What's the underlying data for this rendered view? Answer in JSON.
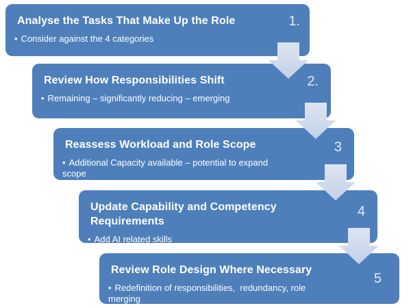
{
  "diagram": {
    "bullet_marker": "•",
    "colors": {
      "box_fill": "#4f7fbb",
      "arrow_gradient_top": "#dde5f1",
      "arrow_gradient_bottom": "#c2d1e8",
      "title_text": "#ffffff",
      "number_text": "#e4ebf5",
      "background": "#ffffff"
    },
    "steps": [
      {
        "number": "1.",
        "title": "Analyse the Tasks That Make Up the Role",
        "bullet": "Consider against the 4 categories"
      },
      {
        "number": "2.",
        "title": "Review How Responsibilities Shift",
        "bullet": "Remaining – significantly reducing – emerging"
      },
      {
        "number": "3",
        "title": "Reassess Workload and Role Scope",
        "bullet": "Additional Capacity available – potential to expand scope"
      },
      {
        "number": "4",
        "title": "Update Capability and Competency Requirements",
        "bullet": "Add AI related skills"
      },
      {
        "number": "5",
        "title": "Review Role Design Where Necessary",
        "bullet": "Redefinition of responsibilities,  redundancy, role merging"
      }
    ]
  }
}
